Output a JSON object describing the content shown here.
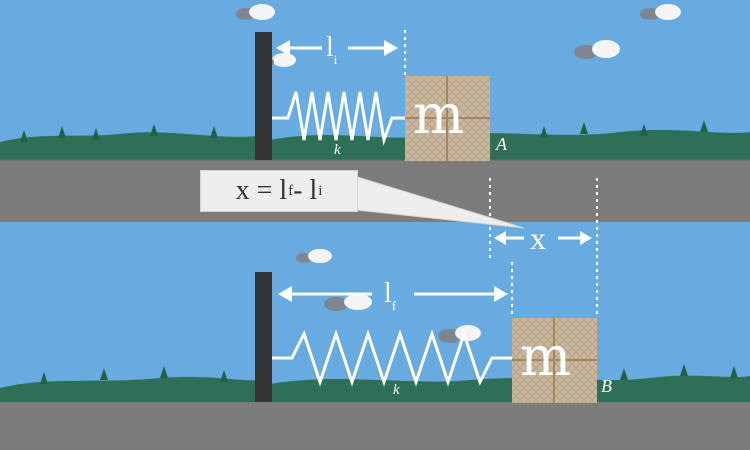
{
  "top_panel": {
    "mass_label": "m",
    "box_label": "A",
    "spring_label": "k",
    "length_symbol": "l",
    "length_subscript": "i"
  },
  "formula": {
    "lhs": "x = l",
    "f_sub": "f",
    "mid": " - l",
    "i_sub": "i"
  },
  "displacement_label": "x",
  "bottom_panel": {
    "mass_label": "m",
    "box_label": "B",
    "spring_label": "k",
    "length_symbol": "l",
    "length_subscript": "f"
  },
  "colors": {
    "sky": "#68abe0",
    "ground": "#7c7c7c",
    "hills": "#2f6e57",
    "wall": "#333333",
    "box": "#c9b79f",
    "formula_bg": "#eeeeee"
  }
}
